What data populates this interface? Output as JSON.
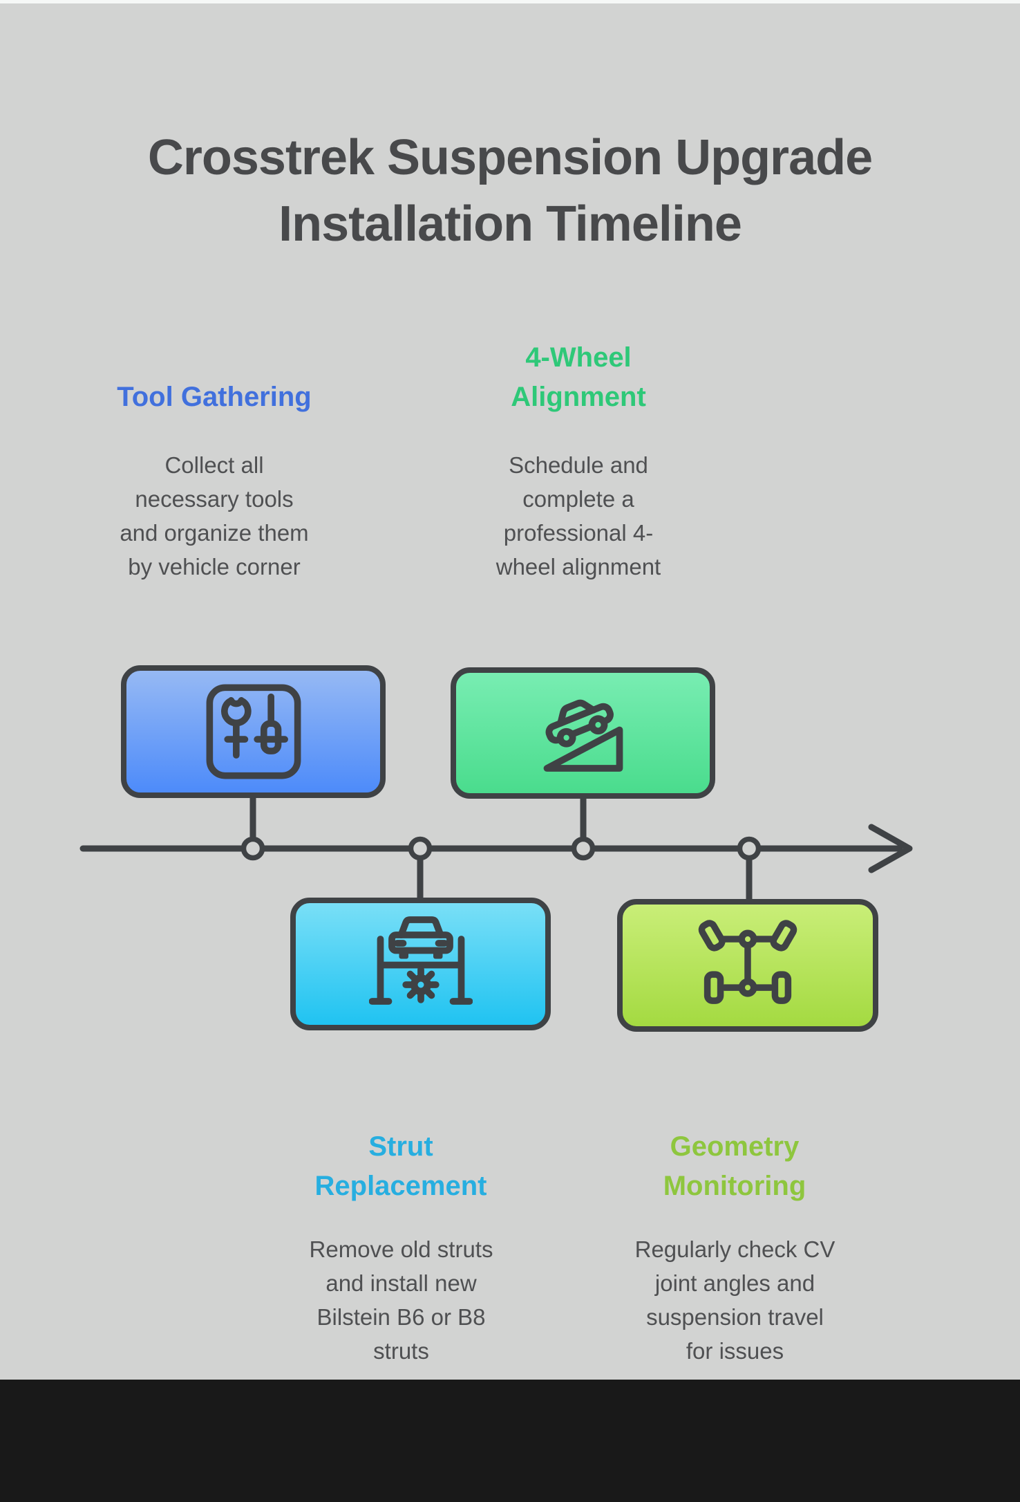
{
  "page": {
    "title": "Crosstrek Suspension Upgrade\nInstallation Timeline",
    "background_color": "#d2d3d2",
    "top_strip_color": "#f6f8f7",
    "footer_color": "#191919",
    "line_color": "#3f4245",
    "title_color": "#48494b",
    "body_text_color": "#4f5052"
  },
  "timeline": {
    "direction": "left-to-right",
    "node_count": 4
  },
  "steps": [
    {
      "heading": "Tool Gathering",
      "heading_color": "#4170dd",
      "description": "Collect all\nnecessary tools\nand organize them\nby vehicle corner",
      "icon": "wrench-screwdriver-icon",
      "gradient_top": "#96b9f4",
      "gradient_bottom": "#4d8bfa",
      "position": "above-line"
    },
    {
      "heading": "Strut\nReplacement",
      "heading_color": "#27aee0",
      "description": "Remove old struts\nand install new\nBilstein B6 or B8\nstruts",
      "icon": "car-lift-gear-icon",
      "gradient_top": "#79dff7",
      "gradient_bottom": "#20c3f1",
      "position": "below-line"
    },
    {
      "heading": "4-Wheel\nAlignment",
      "heading_color": "#2ec878",
      "description": "Schedule and\ncomplete a\nprofessional 4-\nwheel alignment",
      "icon": "car-on-ramp-icon",
      "gradient_top": "#78edb2",
      "gradient_bottom": "#4adc8d",
      "position": "above-line"
    },
    {
      "heading": "Geometry\nMonitoring",
      "heading_color": "#8ec63e",
      "description": "Regularly check CV\njoint angles and\nsuspension travel\nfor issues",
      "icon": "chassis-wheels-icon",
      "gradient_top": "#c9ee78",
      "gradient_bottom": "#a4da41",
      "position": "below-line"
    }
  ]
}
